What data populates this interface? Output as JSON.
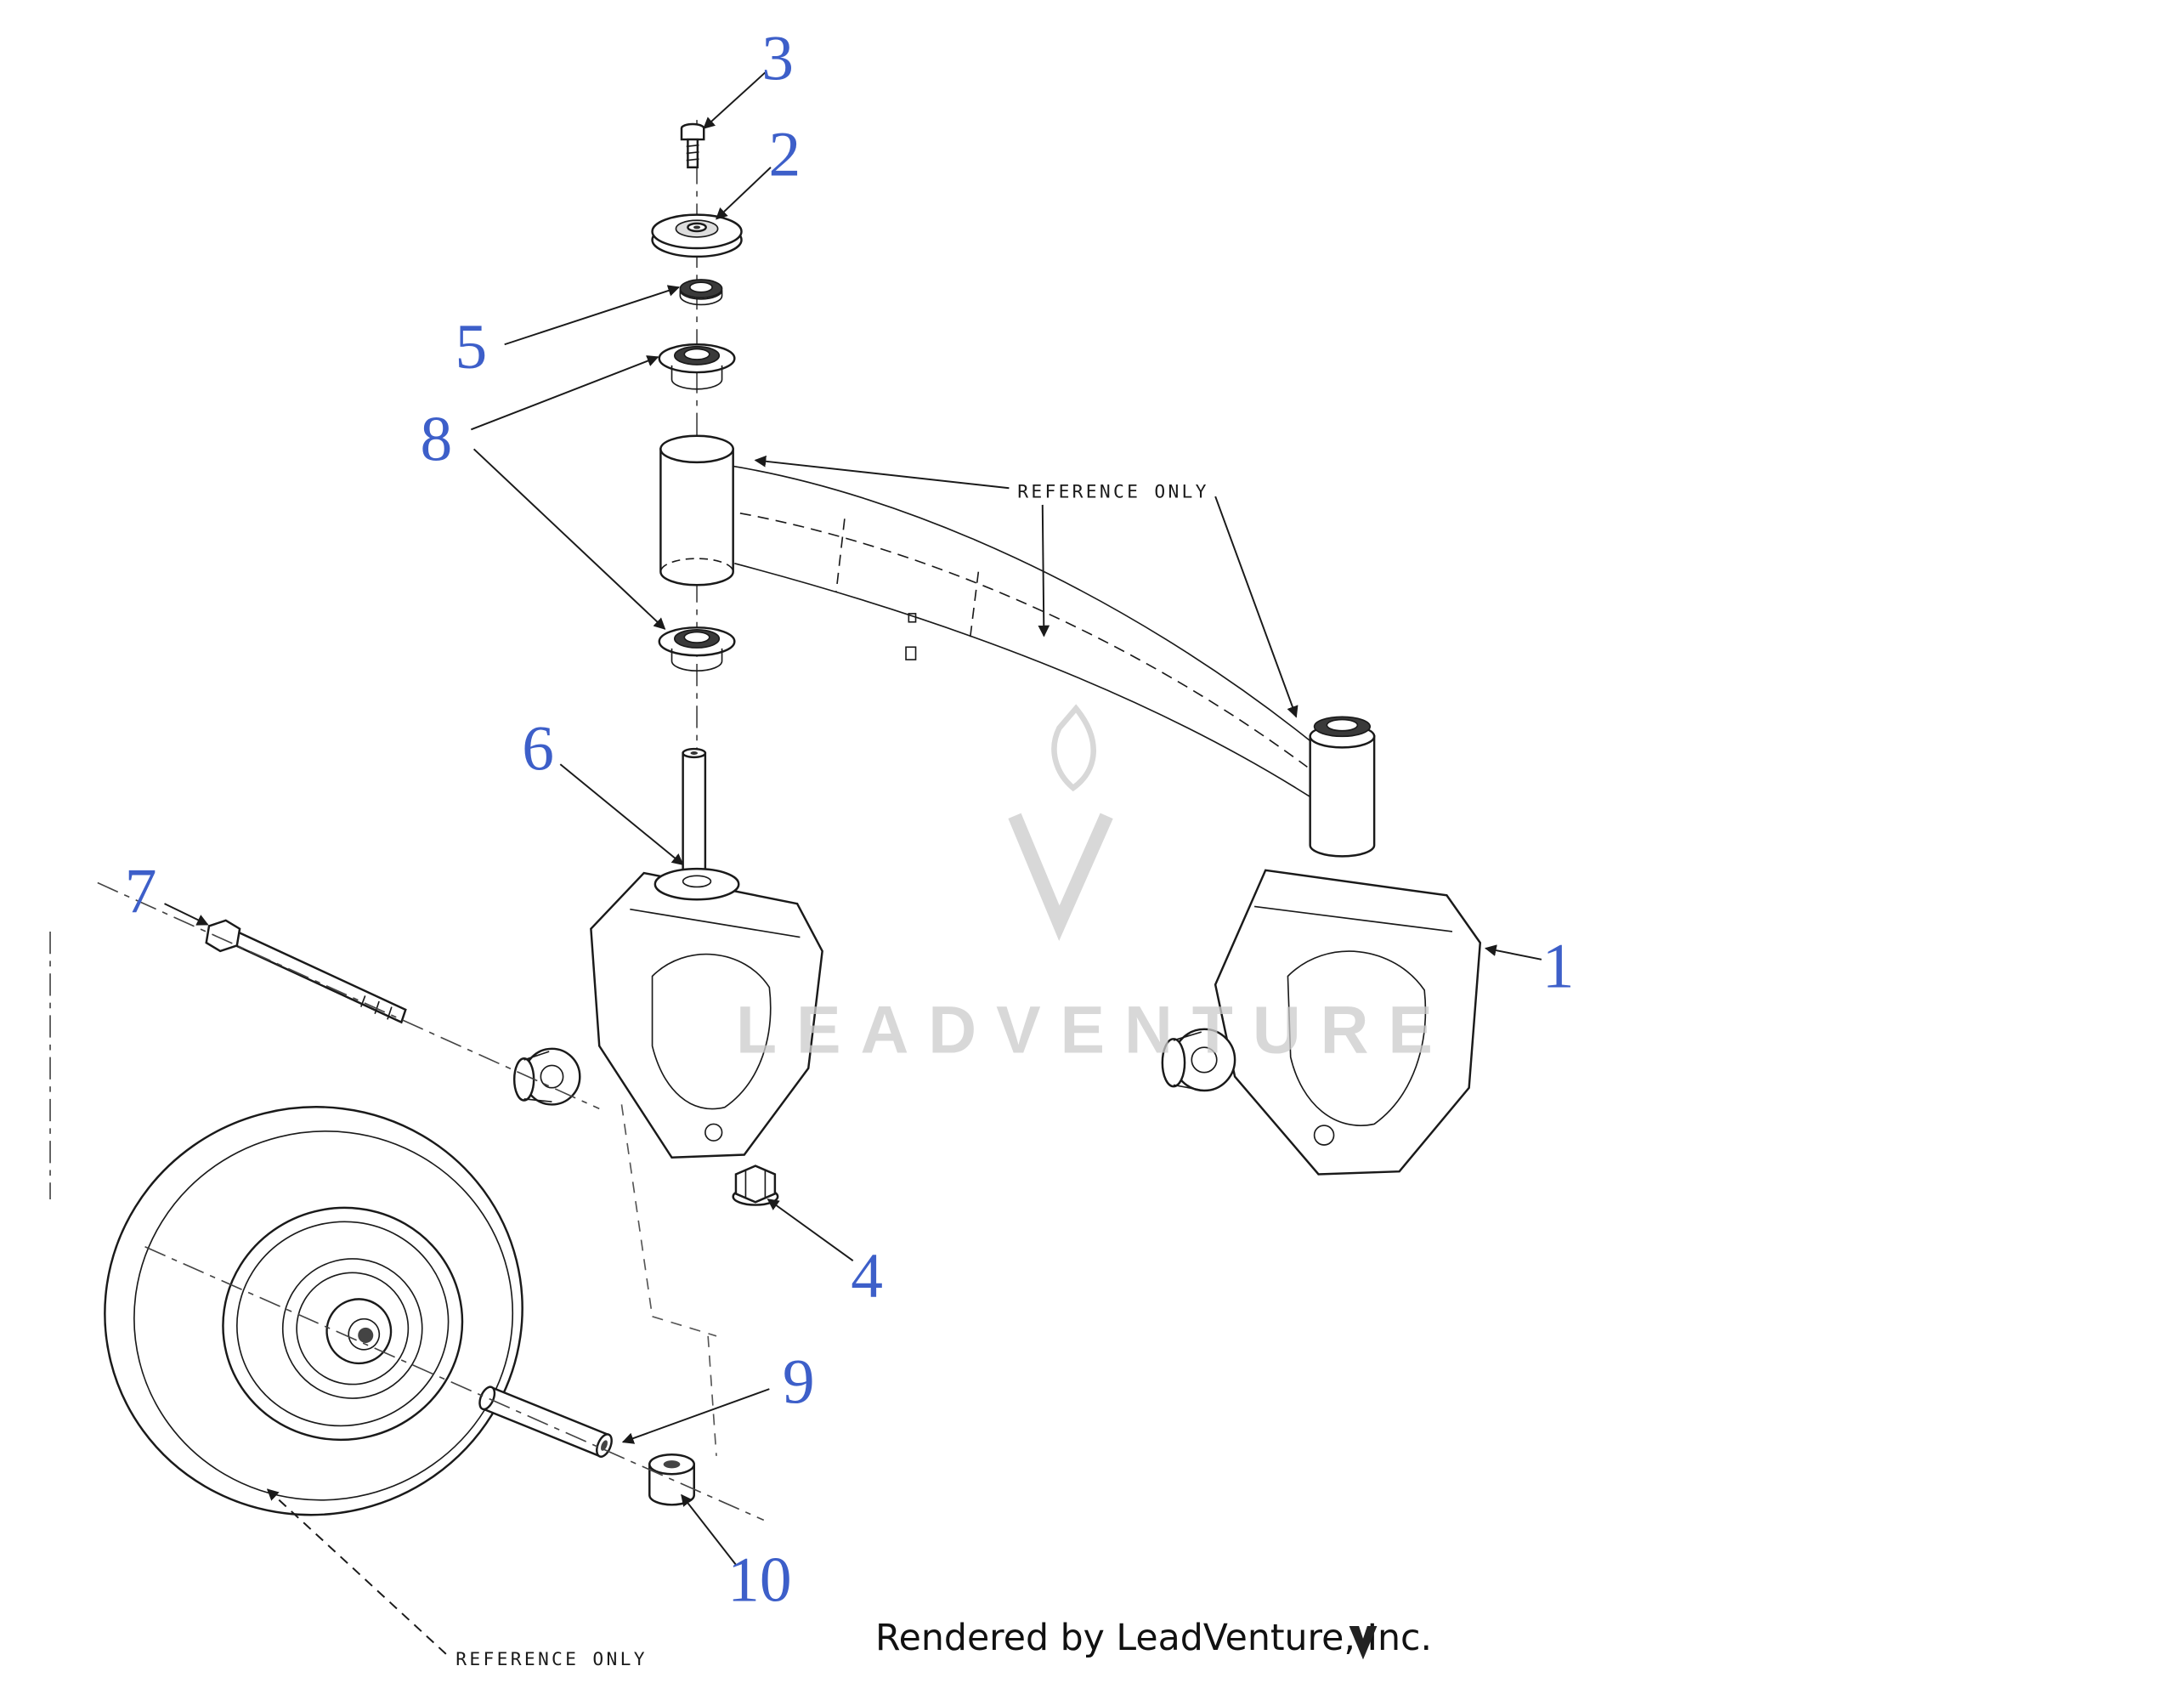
{
  "page": {
    "background_color": "#ffffff",
    "watermark_text": "LEADVENTURE",
    "footer_text": "Rendered by LeadVenture, Inc.",
    "callout_color": "#3d5fc9"
  },
  "labels": {
    "reference_only_top": "REFERENCE ONLY",
    "reference_only_bottom": "REFERENCE ONLY"
  },
  "callouts": [
    {
      "part": "1"
    },
    {
      "part": "2"
    },
    {
      "part": "3"
    },
    {
      "part": "4"
    },
    {
      "part": "5"
    },
    {
      "part": "6"
    },
    {
      "part": "7"
    },
    {
      "part": "8"
    },
    {
      "part": "9"
    },
    {
      "part": "10"
    }
  ]
}
